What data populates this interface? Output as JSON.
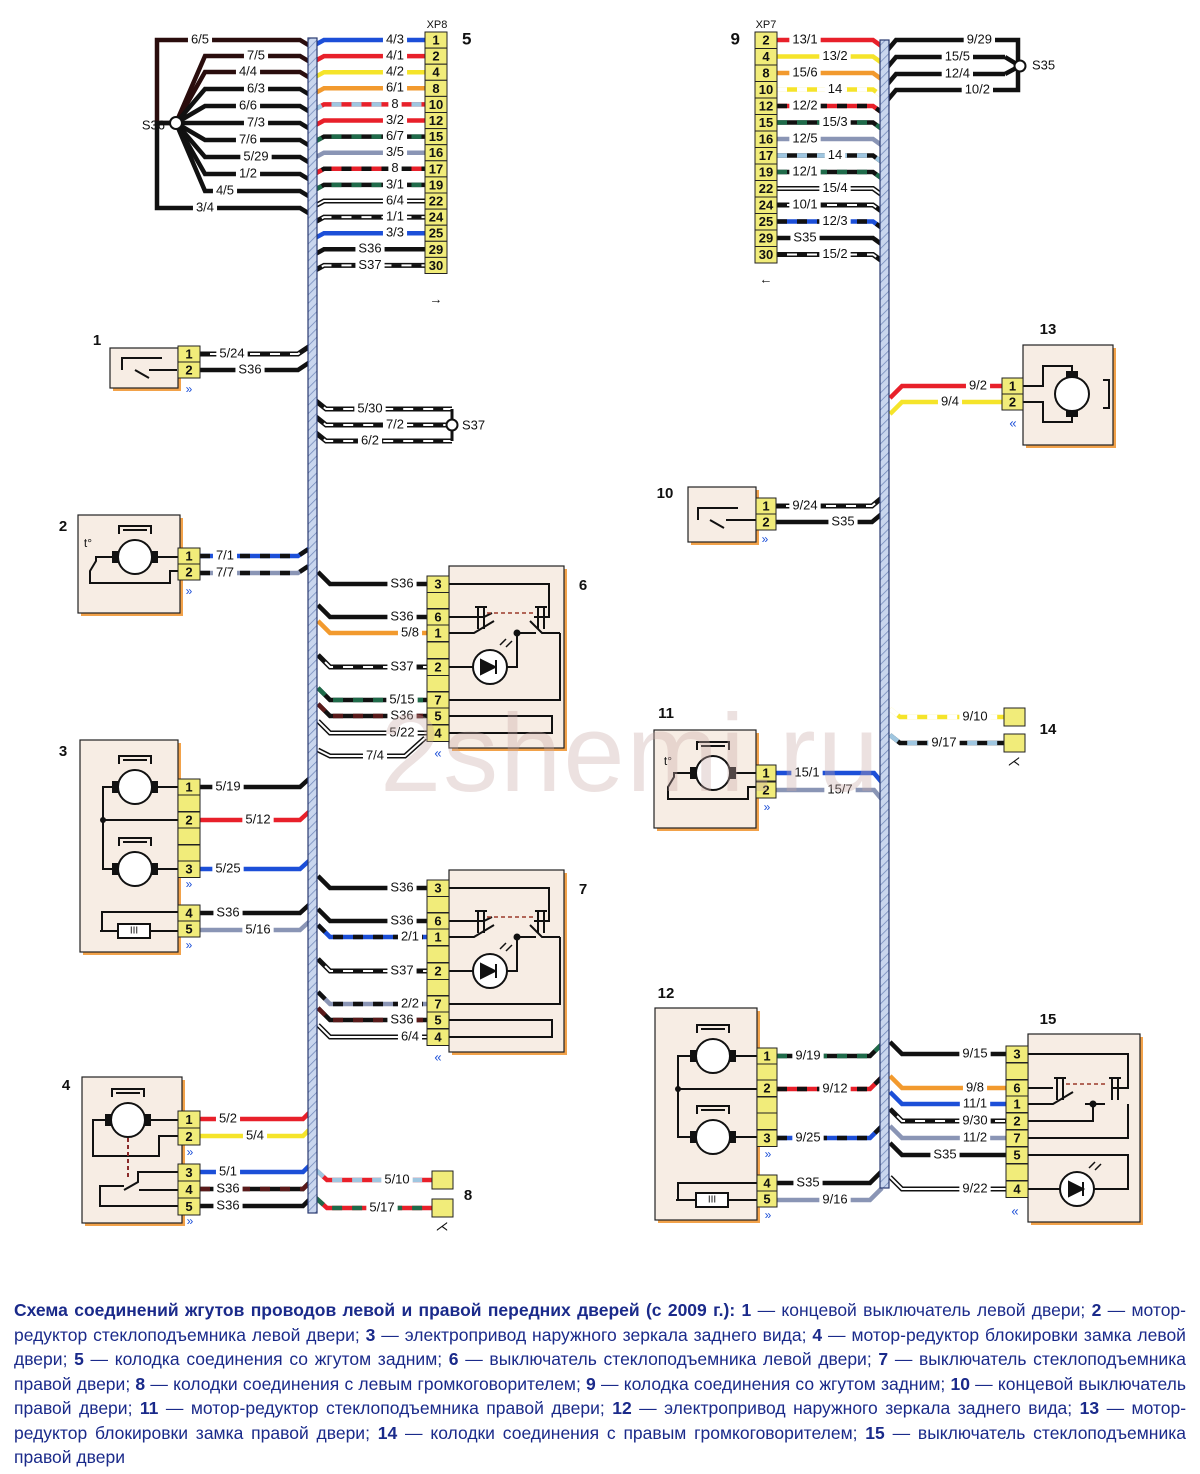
{
  "watermark": "2shemi.ru",
  "colors": {
    "black": "#111111",
    "red": "#e8202a",
    "blue": "#1c4fd8",
    "yellow": "#f5e42a",
    "orange": "#f29a2e",
    "green": "#1f6b4a",
    "grey": "#8a95b5",
    "lightblue": "#9fc6e0",
    "white": "#ffffff",
    "brown": "#5a1a1a",
    "connector": "#f1ec7a",
    "component_fill": "#f7ede4",
    "component_shadow": "#f2a24a",
    "harness": "#b9c8e2",
    "caption": "#1a2a8a"
  },
  "connector_xp8": {
    "label": "XP8",
    "number": "5",
    "arrow": "→",
    "pins": [
      {
        "pin": "1",
        "wire": "4/3",
        "color": "blue"
      },
      {
        "pin": "2",
        "wire": "4/1",
        "color": "red"
      },
      {
        "pin": "4",
        "wire": "4/2",
        "color": "yellow"
      },
      {
        "pin": "8",
        "wire": "6/1",
        "color": "orange"
      },
      {
        "pin": "10",
        "wire": "8",
        "color": "red",
        "stripe": "lightblue"
      },
      {
        "pin": "12",
        "wire": "3/2",
        "color": "red"
      },
      {
        "pin": "15",
        "wire": "6/7",
        "color": "black",
        "stripe": "green"
      },
      {
        "pin": "16",
        "wire": "3/5",
        "color": "grey"
      },
      {
        "pin": "17",
        "wire": "8",
        "color": "black",
        "stripe": "red"
      },
      {
        "pin": "19",
        "wire": "3/1",
        "color": "black",
        "stripe": "green"
      },
      {
        "pin": "22",
        "wire": "6/4",
        "color": "white"
      },
      {
        "pin": "24",
        "wire": "1/1",
        "color": "white",
        "stripe": "black"
      },
      {
        "pin": "25",
        "wire": "3/3",
        "color": "blue"
      },
      {
        "pin": "29",
        "wire": "S36",
        "color": "black"
      },
      {
        "pin": "30",
        "wire": "S37",
        "color": "white",
        "stripe": "black"
      }
    ]
  },
  "splice_s36": {
    "label": "S36",
    "wires": [
      "6/5",
      "7/5",
      "4/4",
      "6/3",
      "6/6",
      "7/3",
      "7/6",
      "5/29",
      "1/2",
      "4/5",
      "3/4"
    ]
  },
  "connector_xp7": {
    "label": "XP7",
    "number": "9",
    "arrow": "←",
    "pins": [
      {
        "pin": "2",
        "wire": "13/1",
        "color": "red"
      },
      {
        "pin": "4",
        "wire": "13/2",
        "color": "yellow"
      },
      {
        "pin": "8",
        "wire": "15/6",
        "color": "orange"
      },
      {
        "pin": "10",
        "wire": "14",
        "color": "yellow",
        "stripe": "white"
      },
      {
        "pin": "12",
        "wire": "12/2",
        "color": "red",
        "stripe": "black"
      },
      {
        "pin": "15",
        "wire": "15/3",
        "color": "black",
        "stripe": "green"
      },
      {
        "pin": "16",
        "wire": "12/5",
        "color": "grey"
      },
      {
        "pin": "17",
        "wire": "14",
        "color": "black",
        "stripe": "lightblue"
      },
      {
        "pin": "19",
        "wire": "12/1",
        "color": "black",
        "stripe": "green"
      },
      {
        "pin": "22",
        "wire": "15/4",
        "color": "white"
      },
      {
        "pin": "24",
        "wire": "10/1",
        "color": "white",
        "stripe": "black"
      },
      {
        "pin": "25",
        "wire": "12/3",
        "color": "blue",
        "stripe": "black"
      },
      {
        "pin": "29",
        "wire": "S35",
        "color": "black"
      },
      {
        "pin": "30",
        "wire": "15/2",
        "color": "white",
        "stripe": "black"
      }
    ]
  },
  "splice_s35": {
    "label": "S35",
    "wires": [
      "9/29",
      "15/5",
      "12/4",
      "10/2"
    ]
  },
  "splice_s37": {
    "label": "S37",
    "wires": [
      "5/30",
      "7/2",
      "6/2"
    ]
  },
  "components": [
    {
      "number": "1",
      "pins": [
        {
          "pin": "1",
          "wire": "5/24",
          "color": "white",
          "stripe": "black"
        },
        {
          "pin": "2",
          "wire": "S36",
          "color": "black"
        }
      ]
    },
    {
      "number": "2",
      "pins": [
        {
          "pin": "1",
          "wire": "7/1",
          "color": "blue",
          "stripe": "black"
        },
        {
          "pin": "2",
          "wire": "7/7",
          "color": "grey",
          "stripe": "black"
        }
      ],
      "temp_label": "t°"
    },
    {
      "number": "3",
      "pins": [
        {
          "pin": "1",
          "wire": "5/19",
          "color": "black"
        },
        {
          "pin": "2",
          "wire": "5/12",
          "color": "red"
        },
        {
          "pin": "3",
          "wire": "5/25",
          "color": "blue"
        },
        {
          "pin": "4",
          "wire": "S36",
          "color": "black"
        },
        {
          "pin": "5",
          "wire": "5/16",
          "color": "grey"
        }
      ],
      "heater_label": "III"
    },
    {
      "number": "4",
      "pins": [
        {
          "pin": "1",
          "wire": "5/2",
          "color": "red"
        },
        {
          "pin": "2",
          "wire": "5/4",
          "color": "yellow"
        },
        {
          "pin": "3",
          "wire": "5/1",
          "color": "blue"
        },
        {
          "pin": "4",
          "wire": "S36",
          "color": "black",
          "stripe": "brown"
        },
        {
          "pin": "5",
          "wire": "S36",
          "color": "black"
        }
      ]
    },
    {
      "number": "6",
      "pins": [
        {
          "pin": "3",
          "wire": "S36",
          "color": "black"
        },
        {
          "pin": "6",
          "wire": "S36",
          "color": "black"
        },
        {
          "pin": "1",
          "wire": "5/8",
          "color": "orange"
        },
        {
          "pin": "2",
          "wire": "S37",
          "color": "white",
          "stripe": "black"
        },
        {
          "pin": "7",
          "wire": "5/15",
          "color": "black",
          "stripe": "green"
        },
        {
          "pin": "5",
          "wire": "S36",
          "color": "black",
          "stripe": "brown"
        },
        {
          "pin": "4",
          "wire": "5/22",
          "color": "white"
        }
      ],
      "extra_wire": "7/4"
    },
    {
      "number": "7",
      "pins": [
        {
          "pin": "3",
          "wire": "S36",
          "color": "black"
        },
        {
          "pin": "6",
          "wire": "S36",
          "color": "black"
        },
        {
          "pin": "1",
          "wire": "2/1",
          "color": "blue",
          "stripe": "black"
        },
        {
          "pin": "2",
          "wire": "S37",
          "color": "white",
          "stripe": "black"
        },
        {
          "pin": "7",
          "wire": "2/2",
          "color": "grey",
          "stripe": "black"
        },
        {
          "pin": "5",
          "wire": "S36",
          "color": "black",
          "stripe": "brown"
        },
        {
          "pin": "4",
          "wire": "6/4",
          "color": "white"
        }
      ]
    },
    {
      "number": "8",
      "pins": [
        {
          "pin": "",
          "wire": "5/10",
          "color": "red",
          "stripe": "lightblue"
        },
        {
          "pin": "",
          "wire": "5/17",
          "color": "red",
          "stripe": "green"
        }
      ]
    },
    {
      "number": "10",
      "pins": [
        {
          "pin": "1",
          "wire": "9/24",
          "color": "white",
          "stripe": "black"
        },
        {
          "pin": "2",
          "wire": "S35",
          "color": "black"
        }
      ]
    },
    {
      "number": "11",
      "pins": [
        {
          "pin": "1",
          "wire": "15/1",
          "color": "blue"
        },
        {
          "pin": "2",
          "wire": "15/7",
          "color": "grey"
        }
      ],
      "temp_label": "t°"
    },
    {
      "number": "12",
      "pins": [
        {
          "pin": "1",
          "wire": "9/19",
          "color": "black",
          "stripe": "green"
        },
        {
          "pin": "2",
          "wire": "9/12",
          "color": "red",
          "stripe": "black"
        },
        {
          "pin": "3",
          "wire": "9/25",
          "color": "blue",
          "stripe": "black"
        },
        {
          "pin": "4",
          "wire": "S35",
          "color": "black"
        },
        {
          "pin": "5",
          "wire": "9/16",
          "color": "grey"
        }
      ],
      "heater_label": "III"
    },
    {
      "number": "13",
      "pins": [
        {
          "pin": "1",
          "wire": "9/2",
          "color": "red"
        },
        {
          "pin": "2",
          "wire": "9/4",
          "color": "yellow"
        }
      ]
    },
    {
      "number": "14",
      "pins": [
        {
          "pin": "",
          "wire": "9/10",
          "color": "yellow",
          "stripe": "white"
        },
        {
          "pin": "",
          "wire": "9/17",
          "color": "black",
          "stripe": "lightblue"
        }
      ]
    },
    {
      "number": "15",
      "pins": [
        {
          "pin": "3",
          "wire": "9/15",
          "color": "black"
        },
        {
          "pin": "6",
          "wire": "9/8",
          "color": "orange"
        },
        {
          "pin": "1",
          "wire": "11/1",
          "color": "blue"
        },
        {
          "pin": "2",
          "wire": "9/30",
          "color": "white",
          "stripe": "black"
        },
        {
          "pin": "7",
          "wire": "11/2",
          "color": "grey"
        },
        {
          "pin": "5",
          "wire": "S35",
          "color": "black"
        },
        {
          "pin": "4",
          "wire": "9/22",
          "color": "white"
        }
      ]
    }
  ],
  "caption": {
    "title": "Схема соединений жгутов проводов левой и правой передних дверей (с 2009 г.):",
    "items": [
      {
        "n": "1",
        "text": "концевой выключатель левой двери"
      },
      {
        "n": "2",
        "text": "мотор-редуктор стеклоподъемника левой двери"
      },
      {
        "n": "3",
        "text": "электропривод наружного зеркала заднего вида"
      },
      {
        "n": "4",
        "text": "мотор-редуктор блокировки замка левой двери"
      },
      {
        "n": "5",
        "text": "колодка соединения со жгутом задним"
      },
      {
        "n": "6",
        "text": "выключатель стеклоподъемника левой двери"
      },
      {
        "n": "7",
        "text": "выключатель стеклоподъемника правой двери"
      },
      {
        "n": "8",
        "text": "колодки соединения с левым громкоговорителем"
      },
      {
        "n": "9",
        "text": "колодка соединения со жгутом задним"
      },
      {
        "n": "10",
        "text": "концевой выключатель правой двери"
      },
      {
        "n": "11",
        "text": "мотор-редуктор стеклоподъемника правой двери"
      },
      {
        "n": "12",
        "text": "электропривод наружного зеркала заднего вида"
      },
      {
        "n": "13",
        "text": "мотор-редуктор блокировки замка правой двери"
      },
      {
        "n": "14",
        "text": "колодки соединения с правым громкоговорителем"
      },
      {
        "n": "15",
        "text": "выключатель стеклоподъемника правой двери"
      }
    ]
  }
}
